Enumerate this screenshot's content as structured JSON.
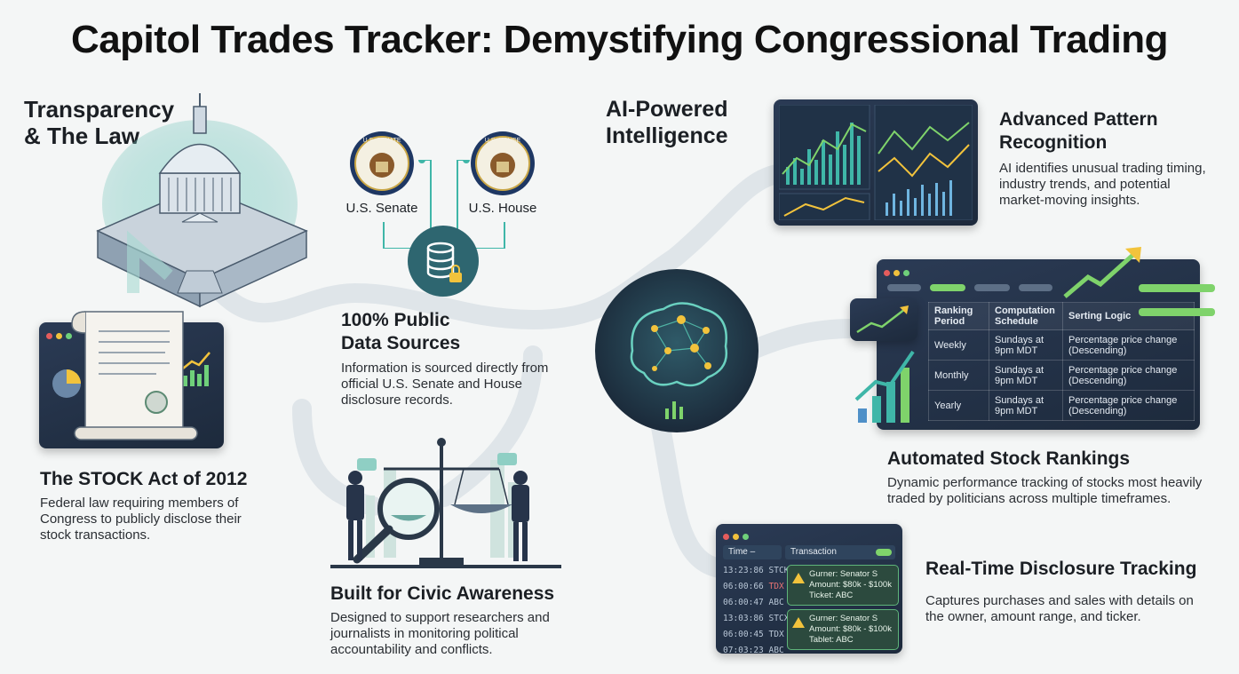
{
  "title": "Capitol Trades Tracker: Demystifying Congressional Trading",
  "transparency": {
    "heading_line1": "Transparency",
    "heading_line2": "& The Law"
  },
  "stock_act": {
    "heading": "The STOCK Act of 2012",
    "body_line1": "Federal law requiring members of",
    "body_line2": "Congress to publicly disclose their",
    "body_line3": "stock transactions."
  },
  "sources": {
    "senate_label": "U.S. Senate",
    "house_label": "U.S. House",
    "senate_seal_text": "U.S. SENATE",
    "house_seal_text": "U.S. HOUSE",
    "heading_line1": "100% Public",
    "heading_line2": "Data Sources",
    "body_line1": "Information is sourced directly from",
    "body_line2": "official U.S. Senate and House",
    "body_line3": "disclosure records."
  },
  "civic": {
    "heading": "Built for Civic Awareness",
    "body_line1": "Designed to support researchers and",
    "body_line2": "journalists in monitoring political",
    "body_line3": "accountability and conflicts."
  },
  "ai": {
    "heading_line1": "AI-Powered",
    "heading_line2": "Intelligence"
  },
  "pattern": {
    "heading_line1": "Advanced Pattern",
    "heading_line2": "Recognition",
    "body_line1": "AI identifies unusual trading timing,",
    "body_line2": "industry trends, and potential",
    "body_line3": "market-moving insights."
  },
  "rankings": {
    "heading": "Automated Stock Rankings",
    "body_line1": "Dynamic performance tracking of stocks most heavily",
    "body_line2": "traded by politicians across multiple timeframes.",
    "columns": [
      "Ranking Period",
      "Computation Schedule",
      "Serting Logic"
    ],
    "rows": [
      {
        "period": "Weekly",
        "schedule": "Sundays at 9pm MDT",
        "logic": "Percentage price change (Descending)"
      },
      {
        "period": "Monthly",
        "schedule": "Sundays at 9pm MDT",
        "logic": "Percentage price change (Descending)"
      },
      {
        "period": "Yearly",
        "schedule": "Sundays at 9pm MDT",
        "logic": "Percentage price change (Descending)"
      }
    ]
  },
  "realtime": {
    "heading": "Real-Time Disclosure Tracking",
    "body_line1": "Captures purchases and sales with details on",
    "body_line2": "the owner, amount range, and ticker.",
    "col_time": "Time –",
    "col_transaction": "Transaction",
    "tx_rows": [
      {
        "time": "13:23:86",
        "ticker": "STCK"
      },
      {
        "time": "06:00:66",
        "ticker": "TDX"
      },
      {
        "time": "06:00:47",
        "ticker": "ABC"
      },
      {
        "time": "13:03:86",
        "ticker": "STCX"
      },
      {
        "time": "06:00:45",
        "ticker": "TDX"
      },
      {
        "time": "07:03:23",
        "ticker": "ABC"
      }
    ],
    "card1": {
      "owner": "Gurner: Senator S",
      "amount": "Amount: $80k - $100k",
      "ticker": "Ticket: ABC"
    },
    "card2": {
      "owner": "Gurner: Senator S",
      "amount": "Amount: $80k - $100k",
      "ticker": "Tablet: ABC"
    }
  },
  "colors": {
    "panel_dark": "#1d2a3c",
    "accent_green": "#7fd36b",
    "accent_yellow": "#f2c33c",
    "accent_teal": "#3fb6a8",
    "path": "#dfe6ea"
  }
}
